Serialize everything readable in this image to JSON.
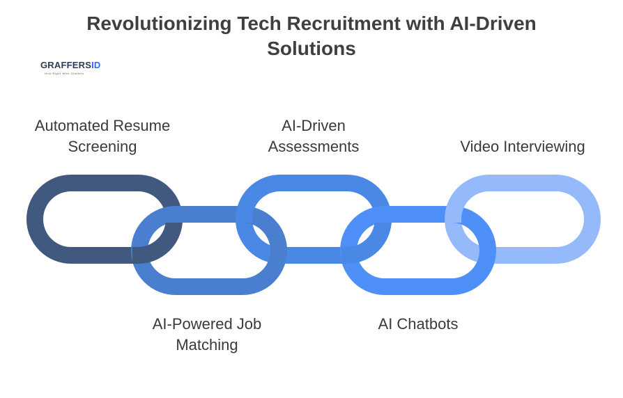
{
  "title": "Revolutionizing Tech Recruitment with AI-Driven Solutions",
  "logo": {
    "brand": "GRAFFERS",
    "suffix": "ID",
    "tagline": "Hire Right With Graffers"
  },
  "links": [
    {
      "label": "Automated Resume\nScreening",
      "color": "#41597f"
    },
    {
      "label": "AI-Powered Job\nMatching",
      "color": "#4a7fcf"
    },
    {
      "label": "AI-Driven\nAssessments",
      "color": "#4a88e6"
    },
    {
      "label": "AI Chatbots",
      "color": "#4e90f7"
    },
    {
      "label": "Video Interviewing",
      "color": "#94bafc"
    }
  ]
}
